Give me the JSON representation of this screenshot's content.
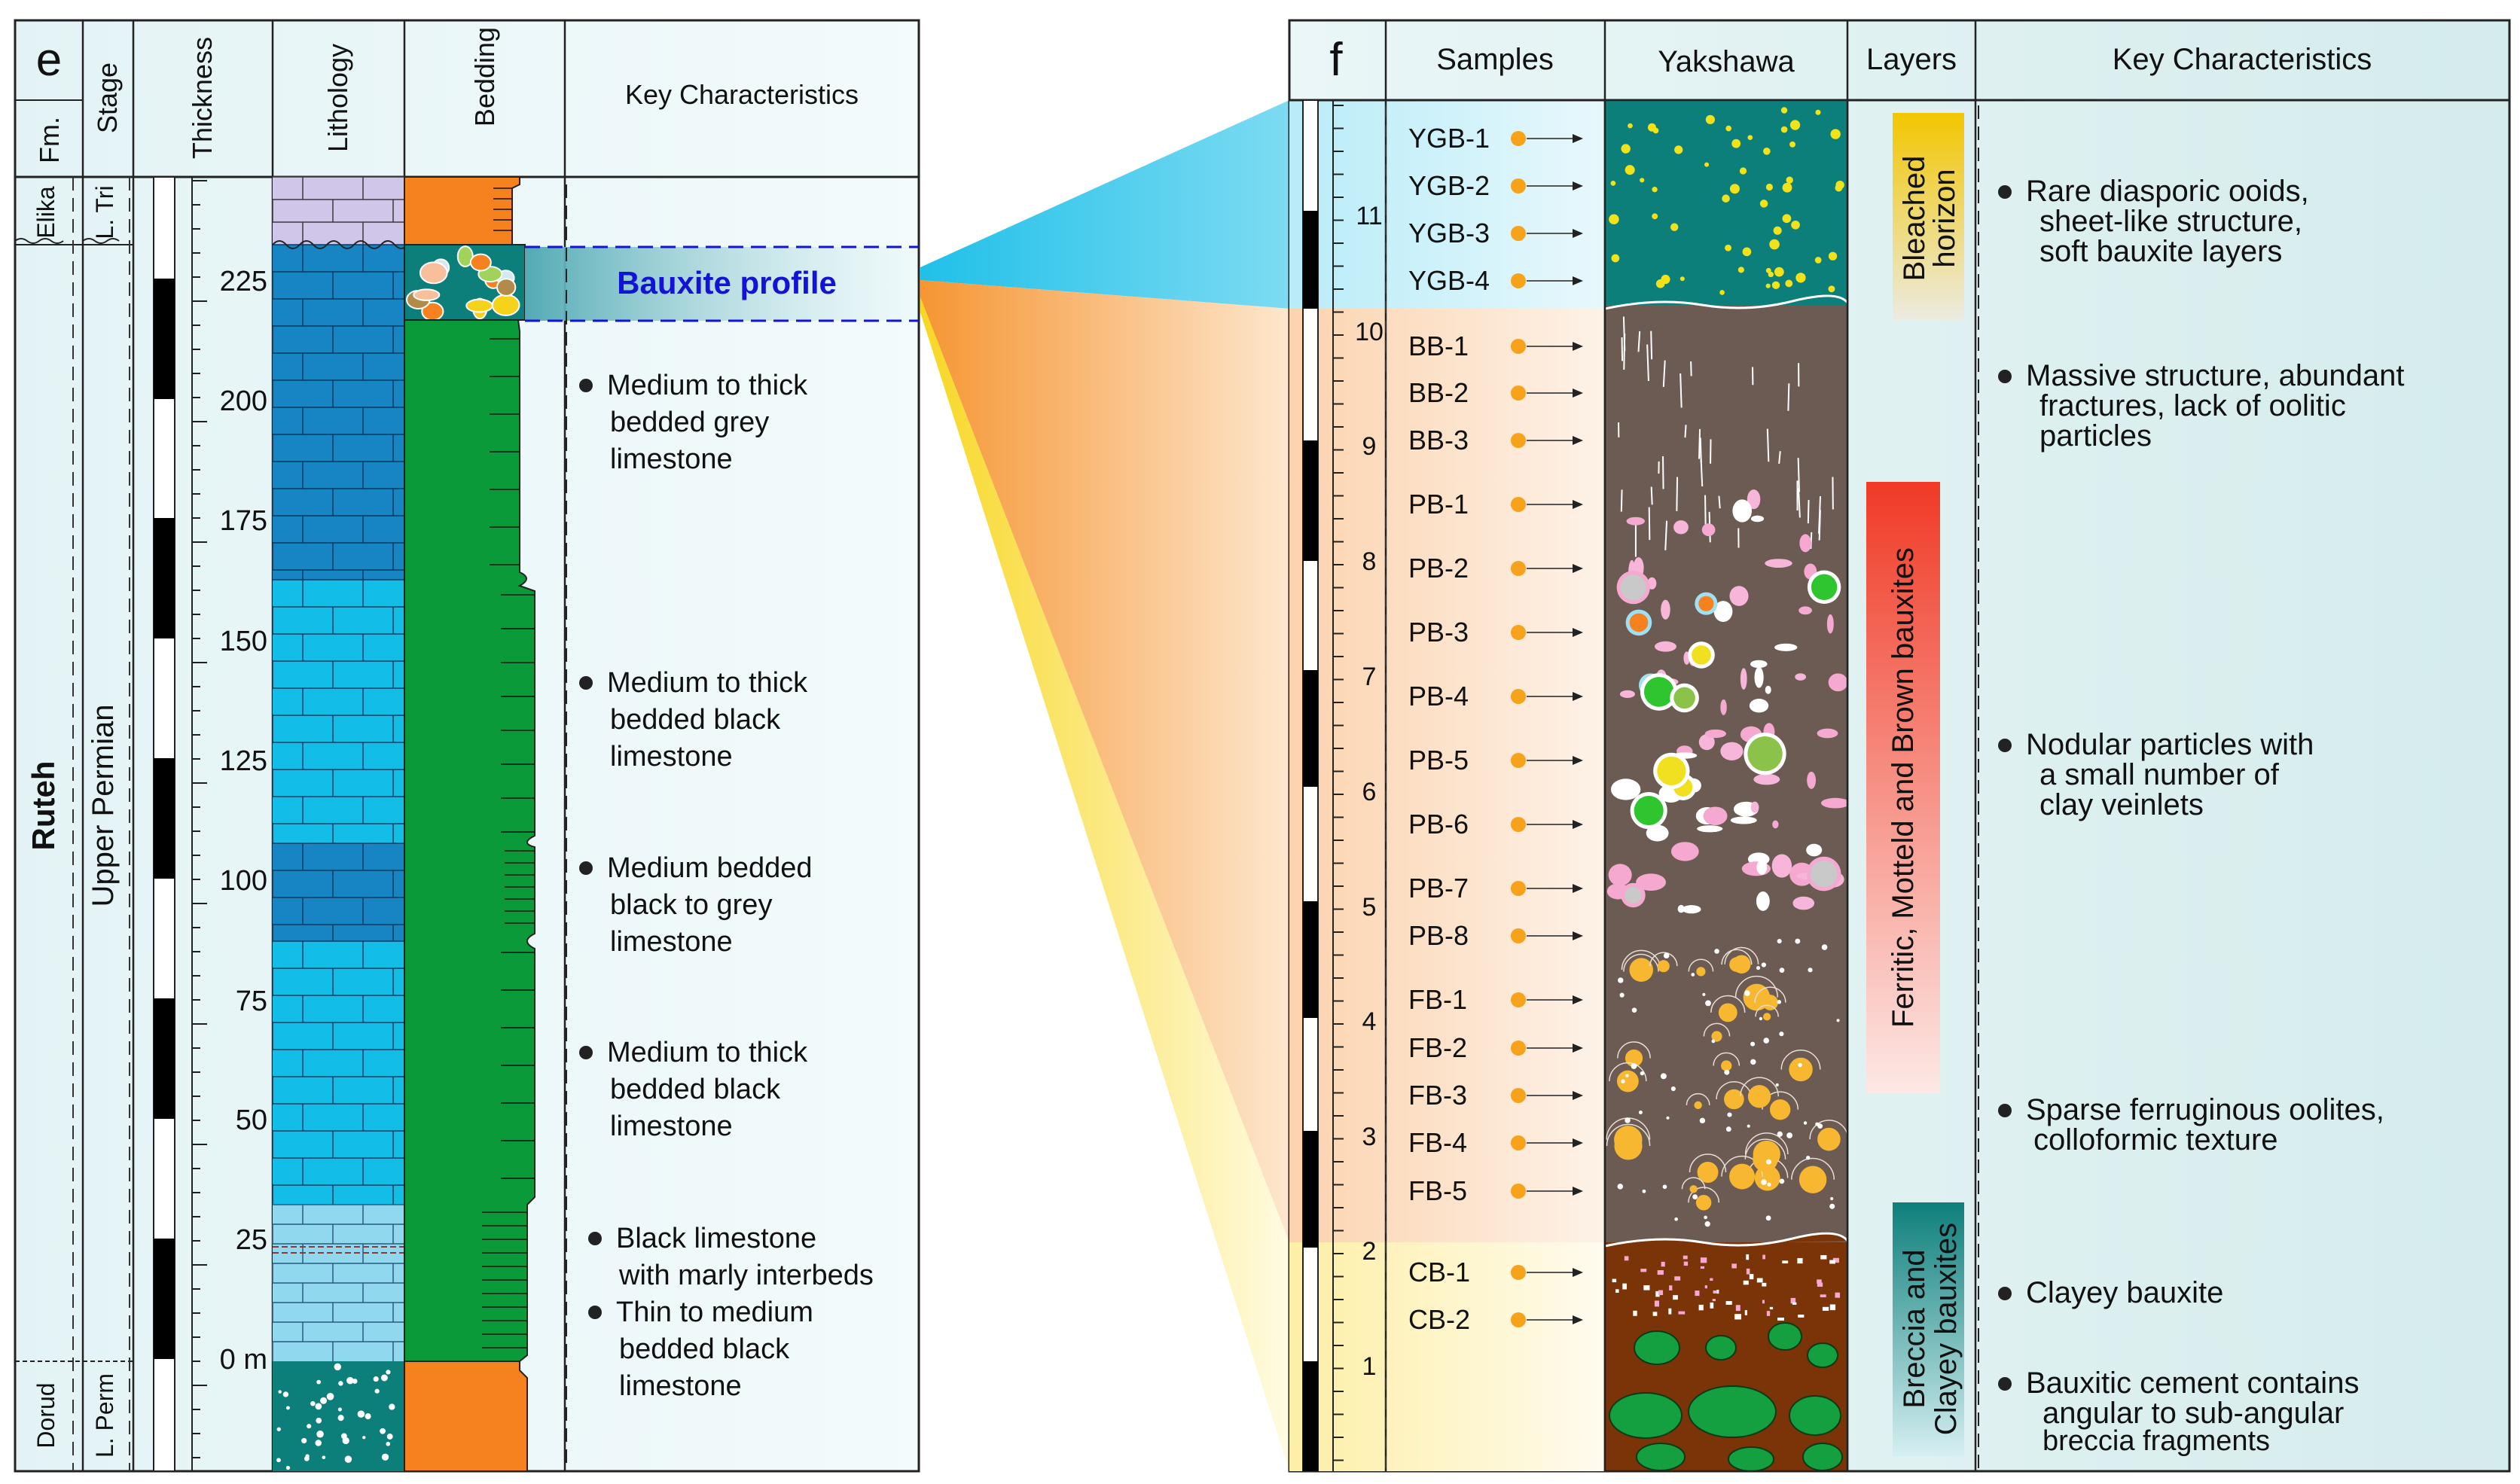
{
  "panel_e": {
    "letter": "e",
    "headers": {
      "fm": "Fm.",
      "stage": "Stage",
      "thickness": "Thickness",
      "lithology": "Lithology",
      "bedding": "Bedding",
      "key": "Key Characteristics"
    },
    "formations": [
      "Elika",
      "Ruteh",
      "Dorud"
    ],
    "stages": [
      "L. Tri",
      "Upper Permian",
      "L. Perm"
    ],
    "thickness_ticks": [
      "225",
      "200",
      "175",
      "150",
      "125",
      "100",
      "75",
      "50",
      "25",
      "0 m"
    ],
    "bauxite_label": "Bauxite profile",
    "characteristics": [
      [
        "Medium to thick",
        "bedded grey",
        "limestone"
      ],
      [
        "Medium to thick",
        "bedded black",
        "limestone"
      ],
      [
        "Medium bedded",
        "black to grey",
        "limestone"
      ],
      [
        "Medium to thick",
        "bedded black",
        "limestone"
      ],
      [
        "Black limestone",
        "with marly interbeds"
      ],
      [
        "Thin to medium",
        "bedded black",
        "limestone"
      ]
    ]
  },
  "panel_f": {
    "letter": "f",
    "headers": {
      "samples": "Samples",
      "section": "Yakshawa",
      "layers": "Layers",
      "key": "Key Characteristics"
    },
    "scale_ticks": [
      "11",
      "10",
      "9",
      "8",
      "7",
      "6",
      "5",
      "4",
      "3",
      "2",
      "1"
    ],
    "samples": [
      "YGB-1",
      "YGB-2",
      "YGB-3",
      "YGB-4",
      "BB-1",
      "BB-2",
      "BB-3",
      "PB-1",
      "PB-2",
      "PB-3",
      "PB-4",
      "PB-5",
      "PB-6",
      "PB-7",
      "PB-8",
      "FB-1",
      "FB-2",
      "FB-3",
      "FB-4",
      "FB-5",
      "CB-1",
      "CB-2"
    ],
    "layers": [
      [
        "Bleached",
        "horizon"
      ],
      [
        "Ferritic, Motteld and Brown bauxites"
      ],
      [
        "Breccia and",
        "Clayey bauxites"
      ]
    ],
    "characteristics": [
      [
        "Rare diasporic ooids,",
        "sheet-like structure,",
        "soft bauxite layers"
      ],
      [
        "Massive structure, abundant",
        "fractures, lack of oolitic",
        "particles"
      ],
      [
        "Nodular particles with",
        "a small number of",
        "clay veinlets"
      ],
      [
        "Sparse ferruginous oolites,",
        "colloformic texture"
      ],
      [
        "Clayey bauxite"
      ],
      [
        "Bauxitic cement contains",
        "angular to sub-angular",
        "breccia fragments"
      ]
    ]
  },
  "colors": {
    "bedding_green": "#0a9a3a",
    "bedding_orange": "#f5821f",
    "limestone_dark": "#1784c4",
    "limestone_cyan": "#12bde8",
    "limestone_light": "#8fd8ee",
    "dolomite_purple": "#cfc6ea",
    "teal": "#0c7f7a",
    "brown": "#6b5b53",
    "clay_brown": "#7b3308",
    "sample_dot": "#f7a21b",
    "bauxite_label": "#1313d6",
    "bleached_bar": "#f0c400",
    "ferritic_bar": "#f0402c",
    "breccia_bar": "#0f8c88"
  }
}
